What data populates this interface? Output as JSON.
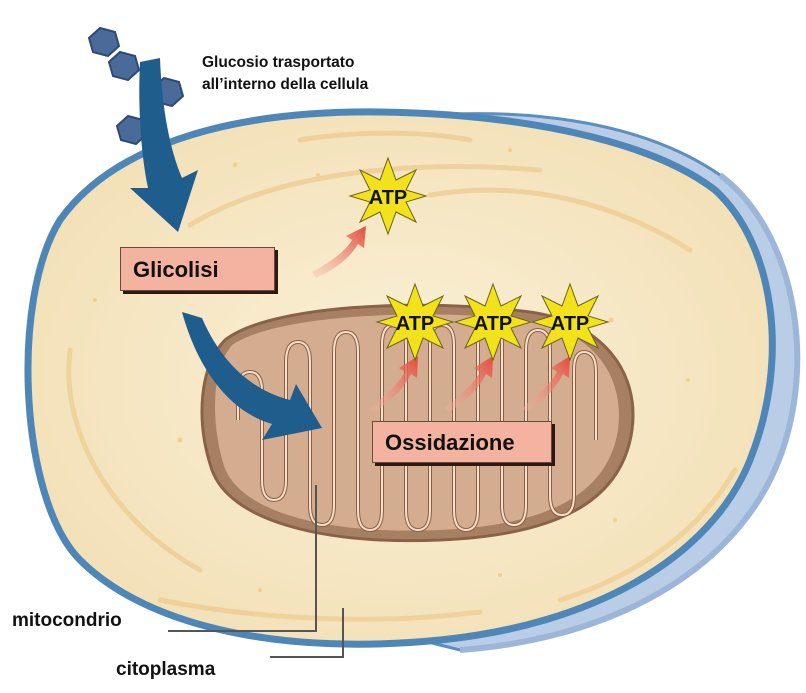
{
  "caption_line1": "Glucosio trasportato",
  "caption_line2": "all’interno della cellula",
  "glicolisi_label": "Glicolisi",
  "ossidazione_label": "Ossidazione",
  "mitocondrio_label": "mitocondrio",
  "citoplasma_label": "citoplasma",
  "atp_label": "ATP",
  "colors": {
    "cytoplasm": "#f7e8c6",
    "membrane": "#5b8fbf",
    "membrane_side": "#b9cde6",
    "mitochondrion": "#c99a7c",
    "arrow_blue": "#1f5d8c",
    "atp_star": "#f2e21c",
    "label_box": "#f4b3a1",
    "red_arrow": "#e8584a"
  }
}
